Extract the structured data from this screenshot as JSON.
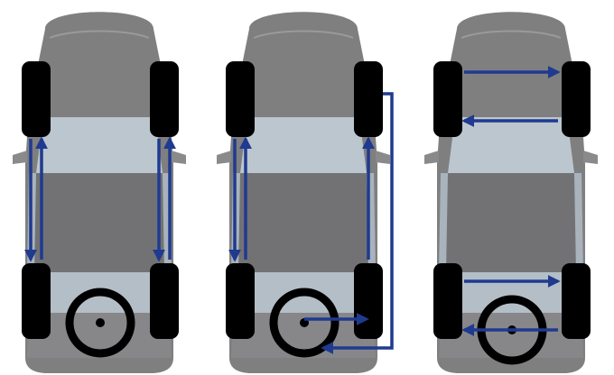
{
  "diagram": {
    "kind": "tire-rotation-patterns",
    "colors": {
      "background": "#ffffff",
      "car_body": "#7f7f80",
      "car_body_dark": "#6e6e70",
      "window_light": "#bcc6cf",
      "roof": "#8a8a8c",
      "tire": "#000000",
      "arrow": "#1f3a8f",
      "spare_hub": "#000000"
    },
    "panels": [
      {
        "id": "panel-1",
        "pattern": "front-to-rear-same-side",
        "spare": "not-rotated"
      },
      {
        "id": "panel-2",
        "pattern": "five-tire-rotation-with-spare",
        "spare": "rotated"
      },
      {
        "id": "panel-3",
        "pattern": "side-to-side-cross",
        "spare": "rotated-to-side"
      }
    ]
  }
}
